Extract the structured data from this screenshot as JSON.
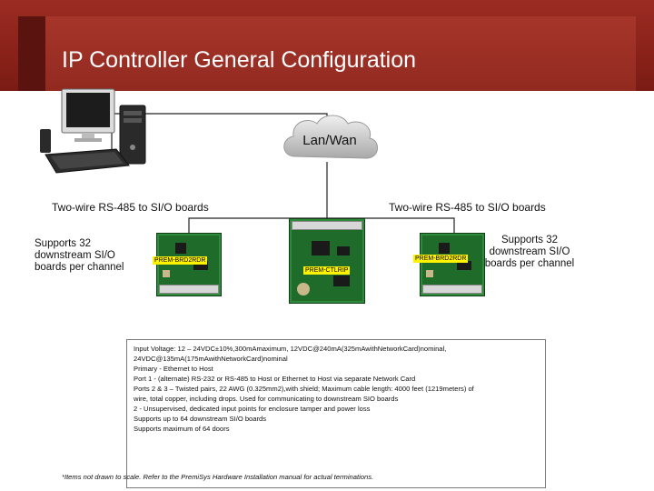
{
  "title": "IP Controller General Configuration",
  "cloud_label": "Lan/Wan",
  "bus_labels": {
    "left": "Two-wire RS-485 to SI/O boards",
    "right": "Two-wire RS-485 to SI/O boards"
  },
  "support_labels": {
    "left": "Supports 32 downstream SI/O boards per channel",
    "right": "Supports 32 downstream SI/O boards per channel"
  },
  "boards": {
    "left_tag": "PREM-BRD2RDR",
    "center_tag": "PREM-CTLRIP",
    "right_tag": "PREM-BRD2RDR"
  },
  "spec_lines": [
    "Input Voltage: 12 – 24VDC±10%,300mAmaximum, 12VDC@240mA(325mAwithNetworkCard)nominal,",
    "24VDC@135mA(175mAwithNetworkCard)nominal",
    "Primary - Ethernet to Host",
    "Port 1 - (alternate) RS-232 or RS-485 to Host or Ethernet to Host via separate Network Card",
    "Ports 2 & 3 – Twisted pairs, 22 AWG (0.325mm2),with shield; Maximum cable length: 4000 feet (1219meters) of",
    "wire, total copper, including drops. Used for communicating to downstream SIO boards",
    "2 - Unsupervised, dedicated input points for enclosure tamper and power loss",
    "Supports up to 64 downstream SI/O boards",
    "Supports maximum of 64 doors"
  ],
  "footnote": "*Items not drawn to scale. Refer to the PremiSys Hardware Installation manual for actual terminations.",
  "colors": {
    "title_bar": "#8b2219",
    "board_green": "#1e6b2a",
    "tag_yellow": "#fff200"
  },
  "icons": [
    "desktop-computer-icon",
    "cloud-icon"
  ]
}
